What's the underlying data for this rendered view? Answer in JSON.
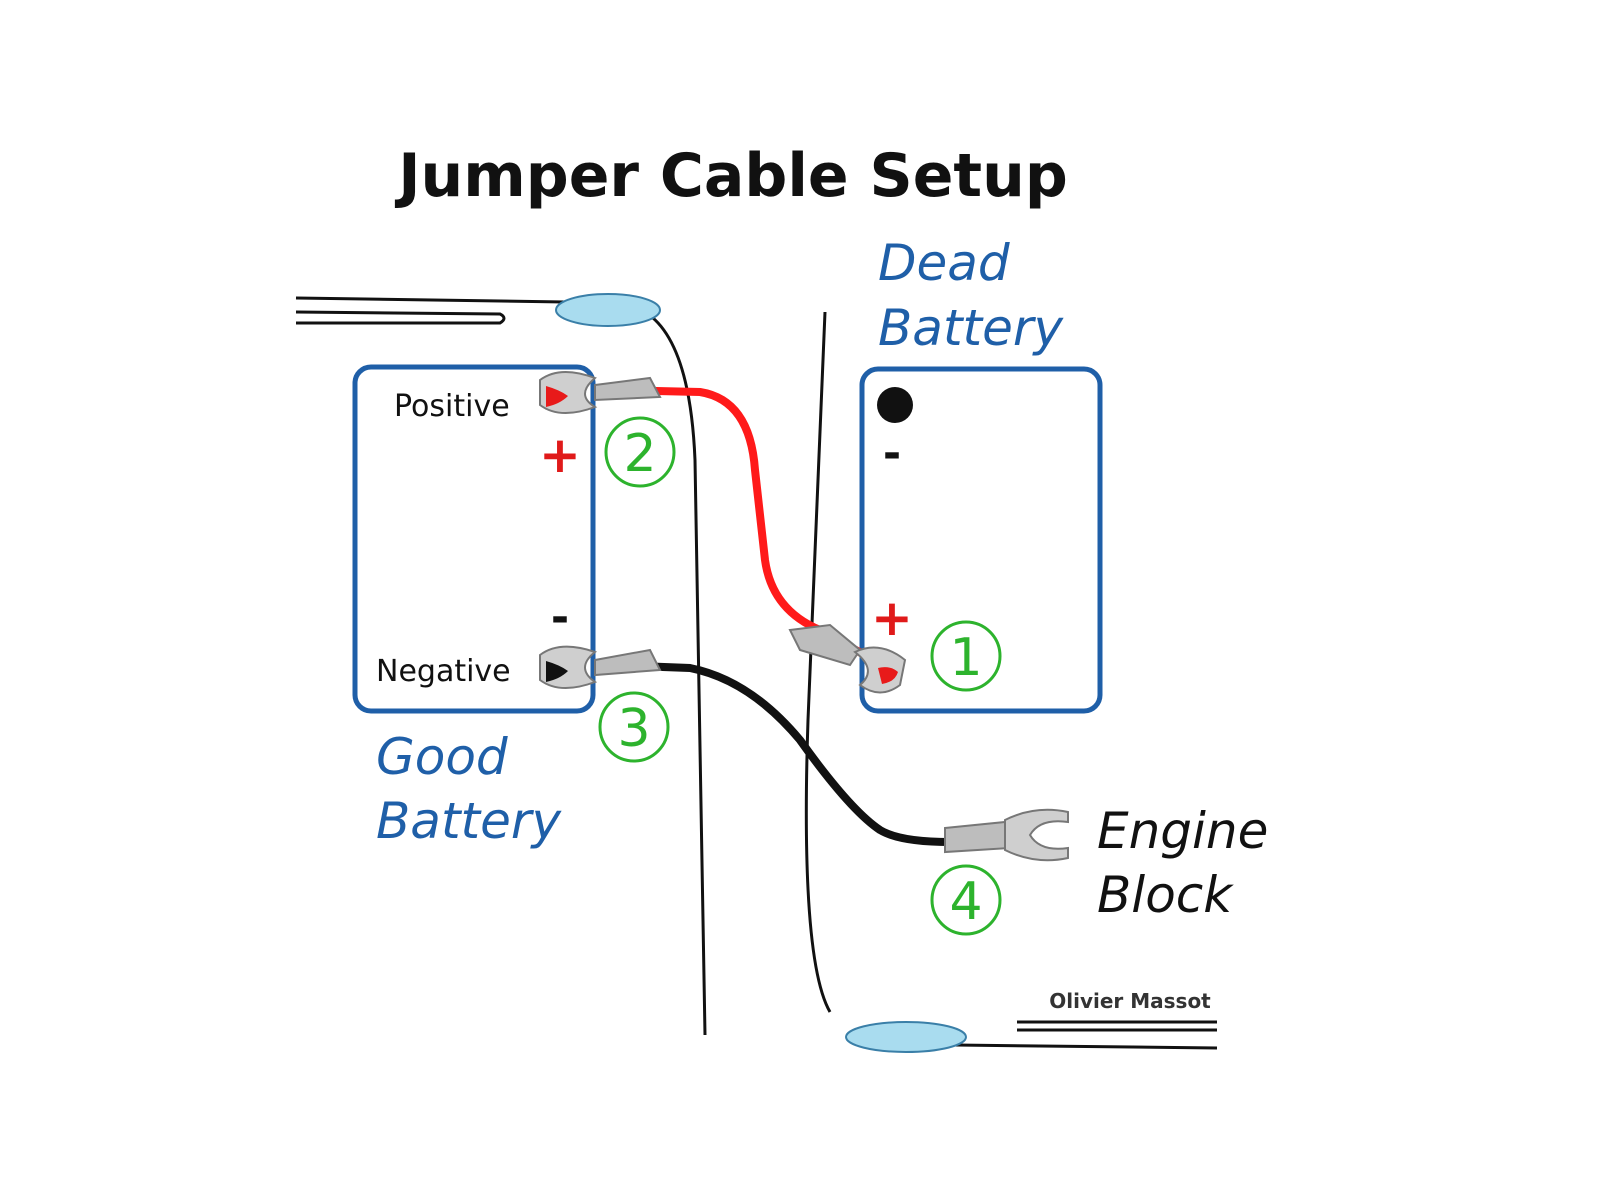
{
  "title": "Jumper Cable Setup",
  "good_battery": {
    "label_line1": "Good",
    "label_line2": "Battery",
    "positive_label": "Positive",
    "negative_label": "Negative",
    "plus_sign": "+",
    "minus_sign": "-"
  },
  "dead_battery": {
    "label_line1": "Dead",
    "label_line2": "Battery",
    "plus_sign": "+",
    "minus_sign": "-"
  },
  "engine_block": {
    "label_line1": "Engine",
    "label_line2": "Block"
  },
  "steps": {
    "step1": "1",
    "step2": "2",
    "step3": "3",
    "step4": "4"
  },
  "credit": "Olivier Massot",
  "colors": {
    "battery_outline": "#1f5fa8",
    "label_blue": "#1f5fa8",
    "positive_cable": "#ff1a1a",
    "negative_cable": "#111111",
    "step_green": "#2db32d",
    "clamp_gray": "#b8b8b8",
    "hood_latch_blue": "#a9dcef"
  }
}
